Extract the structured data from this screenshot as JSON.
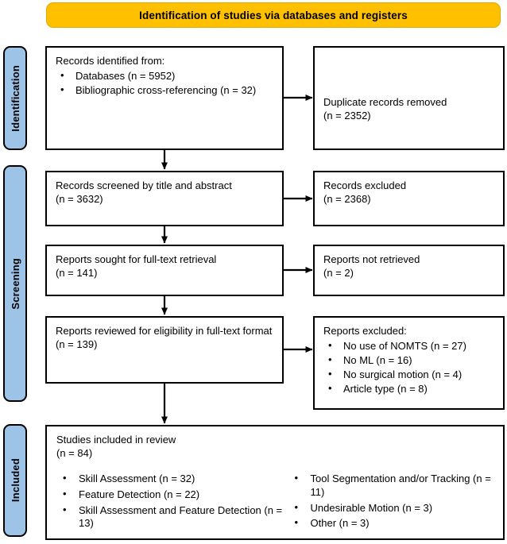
{
  "diagram": {
    "type": "prisma-flow",
    "colors": {
      "accent": "#FFC000",
      "stage_blue": "#9DC3E6",
      "border": "#000000",
      "background": "#FFFFFF"
    },
    "header": {
      "title": "Identification of studies via databases and registers"
    },
    "stages": [
      {
        "id": "identification",
        "label": "Identification"
      },
      {
        "id": "screening",
        "label": "Screening"
      },
      {
        "id": "included",
        "label": "Included"
      }
    ],
    "boxes": {
      "identified": {
        "title": "Records identified from:",
        "items": [
          "Databases (n = 5952)",
          "Bibliographic cross-referencing (n = 32)"
        ]
      },
      "duplicates": {
        "line1": "Duplicate records removed",
        "line2": "(n = 2352)"
      },
      "screened": {
        "line1": "Records screened by title and abstract",
        "line2": "(n = 3632)"
      },
      "records_excluded": {
        "line1": "Records excluded",
        "line2": "(n = 2368)"
      },
      "sought": {
        "line1": "Reports sought for full-text retrieval",
        "line2": "(n = 141)"
      },
      "not_retrieved": {
        "line1": "Reports not retrieved",
        "line2": "(n = 2)"
      },
      "eligibility": {
        "line1": "Reports reviewed for eligibility in full-text format",
        "line2": "(n = 139)"
      },
      "reports_excluded": {
        "title": "Reports excluded:",
        "items": [
          "No use of NOMTS (n = 27)",
          "No ML (n = 16)",
          "No surgical motion (n = 4)",
          "Article type (n = 8)"
        ]
      },
      "included": {
        "line1": "Studies included in review",
        "line2": "(n = 84)",
        "items_left": [
          "Skill Assessment (n = 32)",
          "Feature Detection (n = 22)",
          "Skill Assessment and Feature Detection (n = 13)"
        ],
        "items_right": [
          "Tool Segmentation and/or Tracking (n = 11)",
          "Undesirable Motion (n = 3)",
          "Other (n = 3)"
        ]
      }
    },
    "counts": {
      "databases": 5952,
      "bibliographic_cross_referencing": 32,
      "duplicates_removed": 2352,
      "records_screened": 3632,
      "records_excluded": 2368,
      "reports_sought": 141,
      "reports_not_retrieved": 2,
      "reports_reviewed": 139,
      "excluded_no_nomts": 27,
      "excluded_no_ml": 16,
      "excluded_no_surgical_motion": 4,
      "excluded_article_type": 8,
      "studies_included": 84,
      "skill_assessment": 32,
      "feature_detection": 22,
      "skill_and_feature": 13,
      "tool_segmentation_tracking": 11,
      "undesirable_motion": 3,
      "other": 3
    }
  }
}
